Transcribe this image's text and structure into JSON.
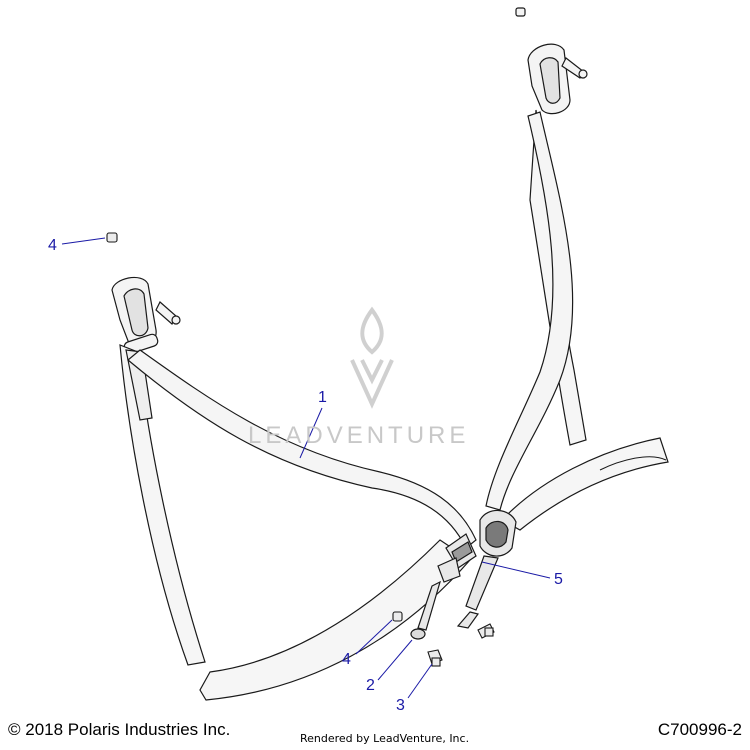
{
  "watermark": {
    "text": "LEADVENTURE"
  },
  "callouts": [
    {
      "id": "1",
      "label": "1"
    },
    {
      "id": "2",
      "label": "2"
    },
    {
      "id": "3",
      "label": "3"
    },
    {
      "id": "4a",
      "label": "4"
    },
    {
      "id": "4b",
      "label": "4"
    },
    {
      "id": "5",
      "label": "5"
    }
  ],
  "footer": {
    "copyright": "© 2018 Polaris Industries Inc.",
    "rendered_by": "Rendered by LeadVenture, Inc.",
    "diagram_code": "C700996-2"
  },
  "colors": {
    "callout": "#1a1aa6",
    "line": "#1a1a1a",
    "strap_fill": "#f4f4f4",
    "watermark": "#c8c8c8"
  }
}
